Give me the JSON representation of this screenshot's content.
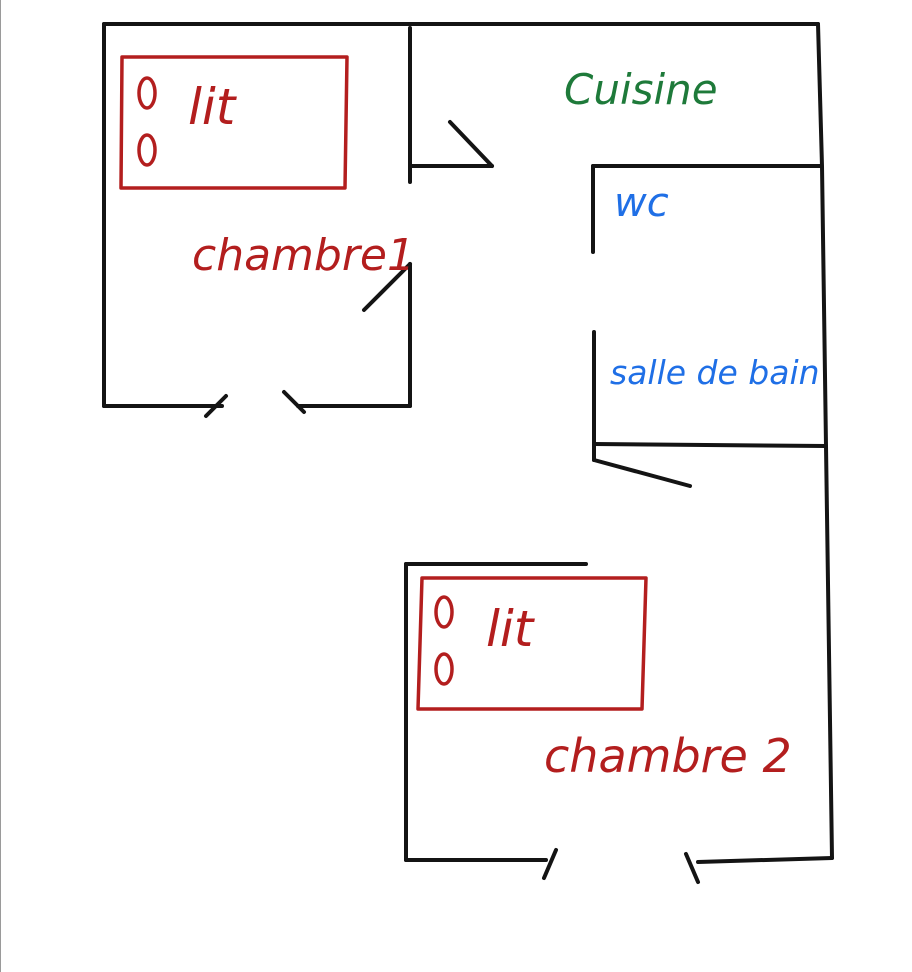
{
  "colors": {
    "walls": "#141414",
    "bedroom": "#b31e1e",
    "kitchen": "#1e7a3a",
    "bathroom": "#1f6fe6",
    "background": "#ffffff"
  },
  "rooms": {
    "bedroom1": {
      "name": "chambre1",
      "bed_label": "lit",
      "pillow_mark": "0"
    },
    "kitchen": {
      "name": "Cuisine"
    },
    "wc": {
      "name": "wc"
    },
    "bathroom": {
      "name": "salle de bain"
    },
    "bedroom2": {
      "name": "chambre 2",
      "bed_label": "lit",
      "pillow_mark": "0"
    }
  }
}
